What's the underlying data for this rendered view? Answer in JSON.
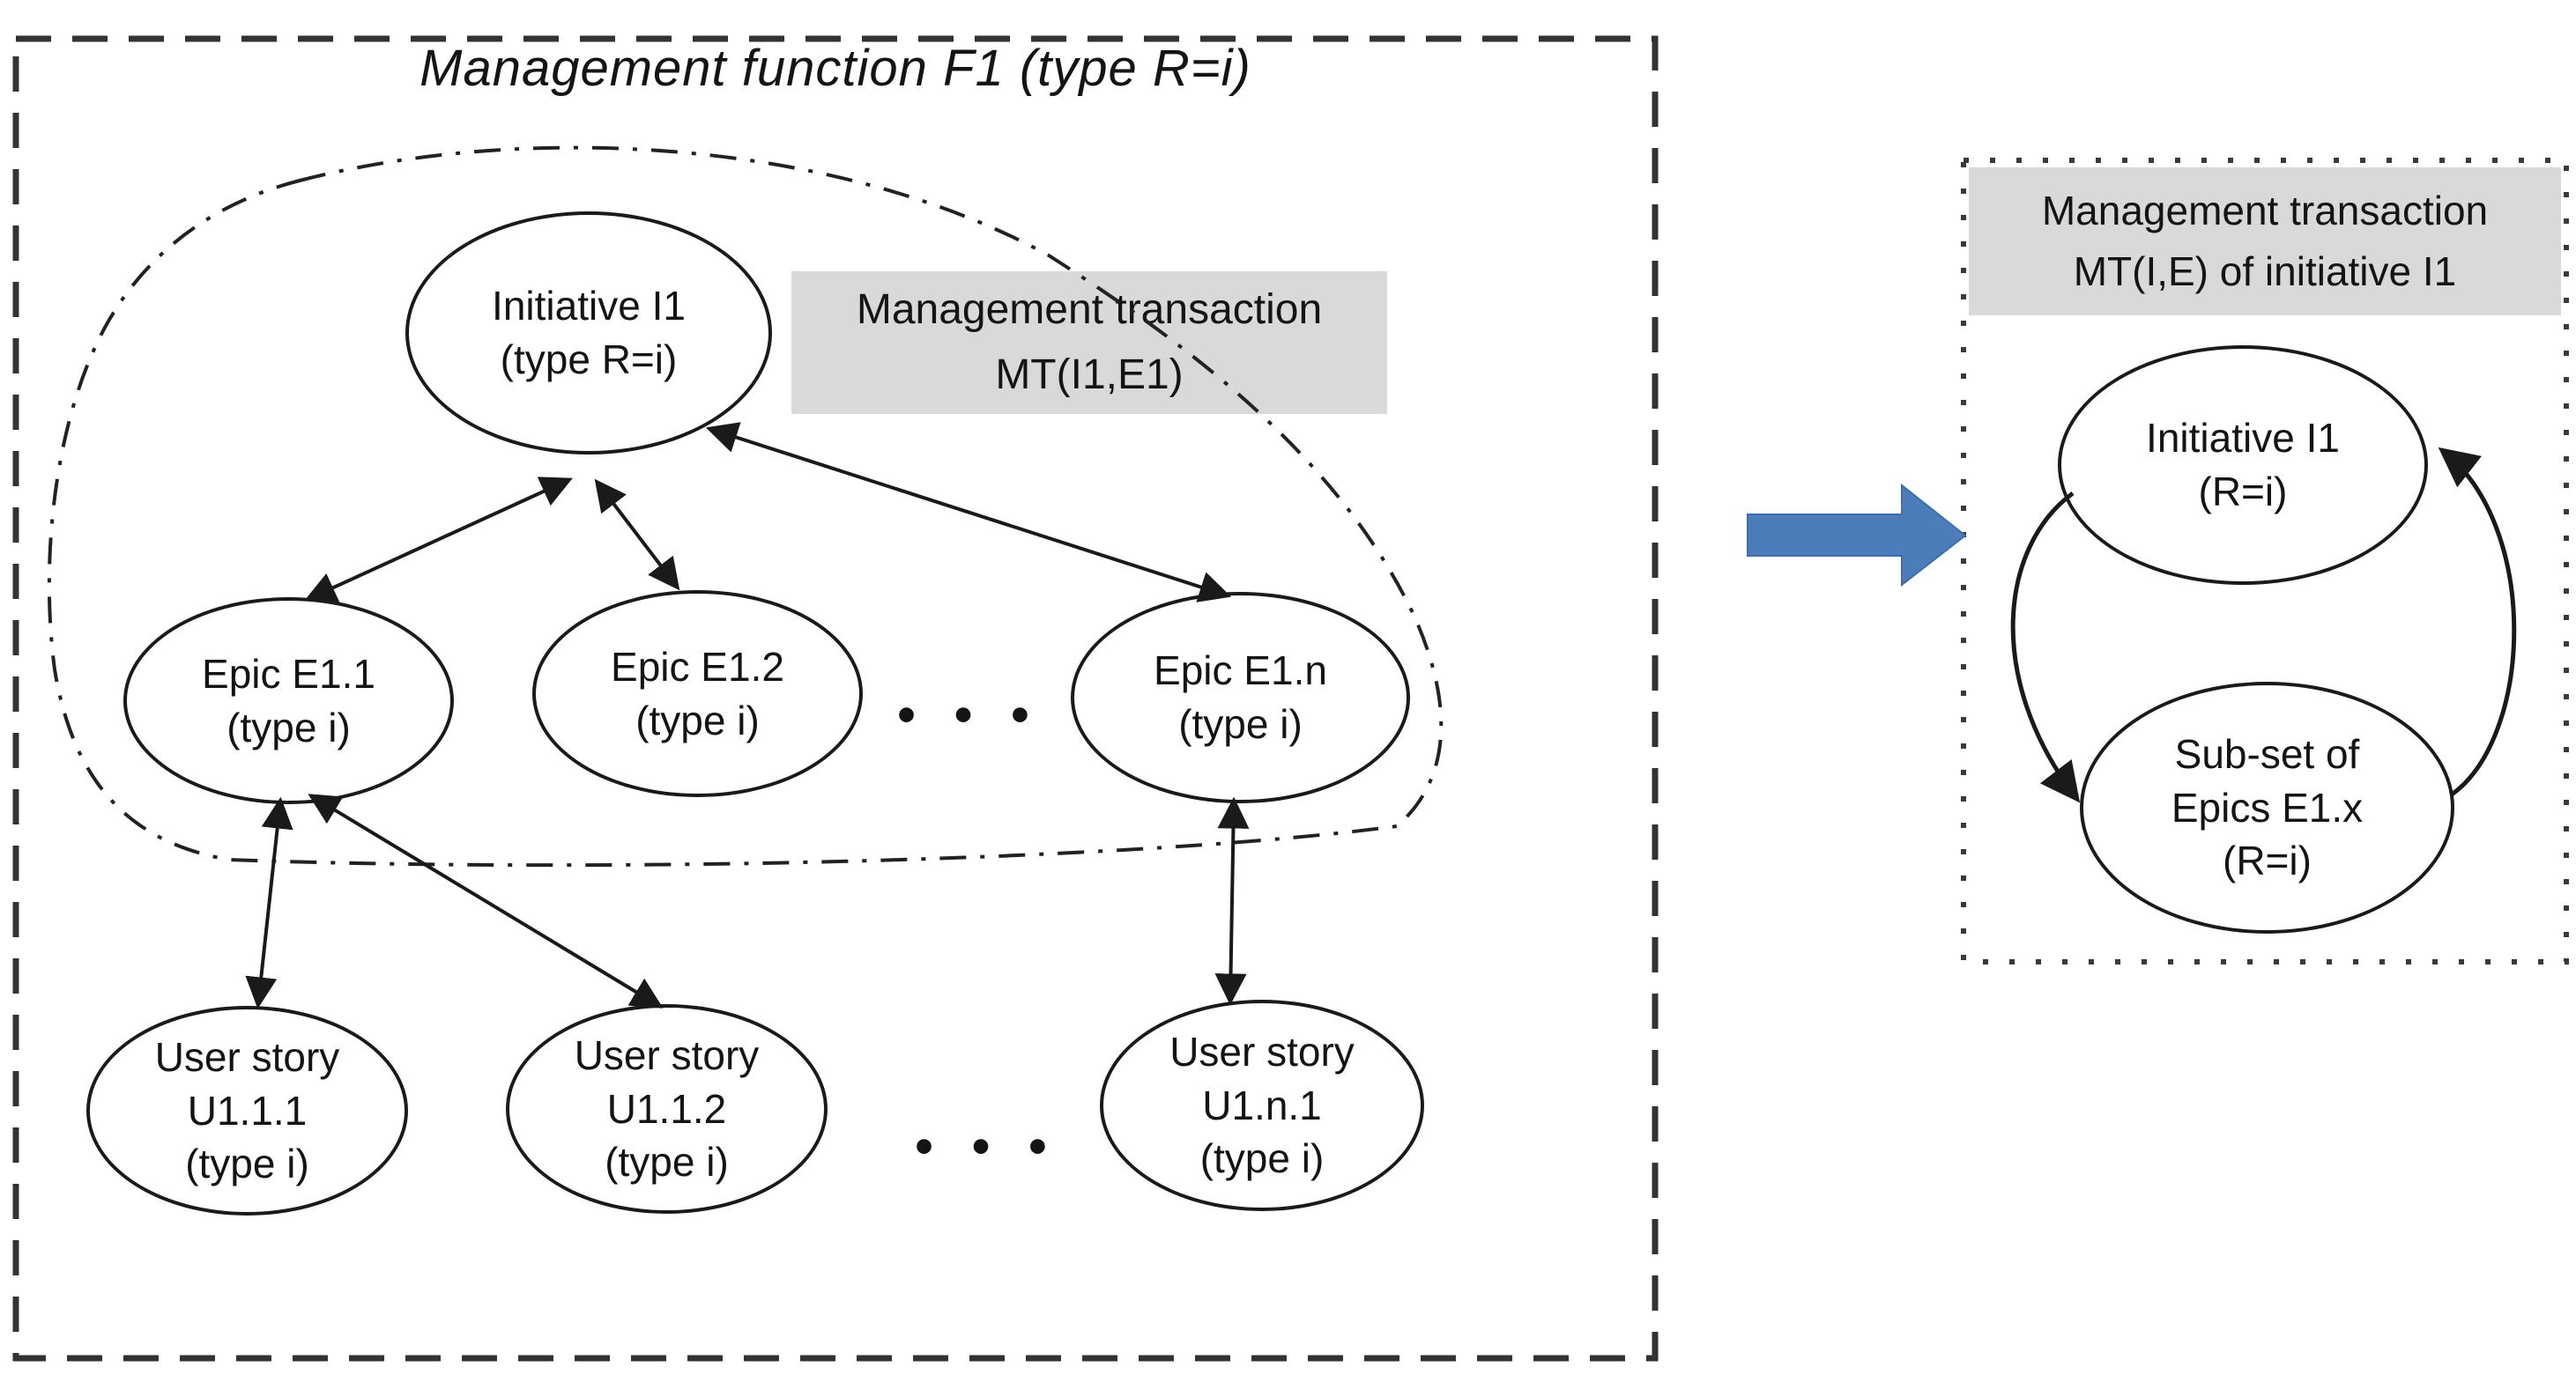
{
  "colors": {
    "line": "#1a1a1a",
    "border_dash": "#333333",
    "gray_box": "#d9d9d9",
    "blue_arrow": "#4d7cba",
    "node_fill": "#ffffff"
  },
  "left_panel": {
    "title": "Management function F1 (type R=i)",
    "transaction_box": "Management transaction\nMT(I1,E1)",
    "nodes": {
      "initiative": "Initiative I1\n(type R=i)",
      "epic_1": "Epic E1.1\n(type i)",
      "epic_2": "Epic E1.2\n(type i)",
      "epic_n": "Epic E1.n\n(type i)",
      "story_111": "User story\nU1.1.1\n(type i)",
      "story_112": "User story\nU1.1.2\n(type i)",
      "story_1n1": "User story\nU1.n.1\n(type i)"
    },
    "ellipsis_epics": "• • •",
    "ellipsis_stories": "• • •"
  },
  "right_panel": {
    "header": "Management transaction\nMT(I,E) of initiative I1",
    "nodes": {
      "initiative": "Initiative I1\n(R=i)",
      "subset": "Sub-set of\nEpics E1.x\n(R=i)"
    }
  },
  "icons": {
    "transform_arrow": "right-block-arrow"
  }
}
